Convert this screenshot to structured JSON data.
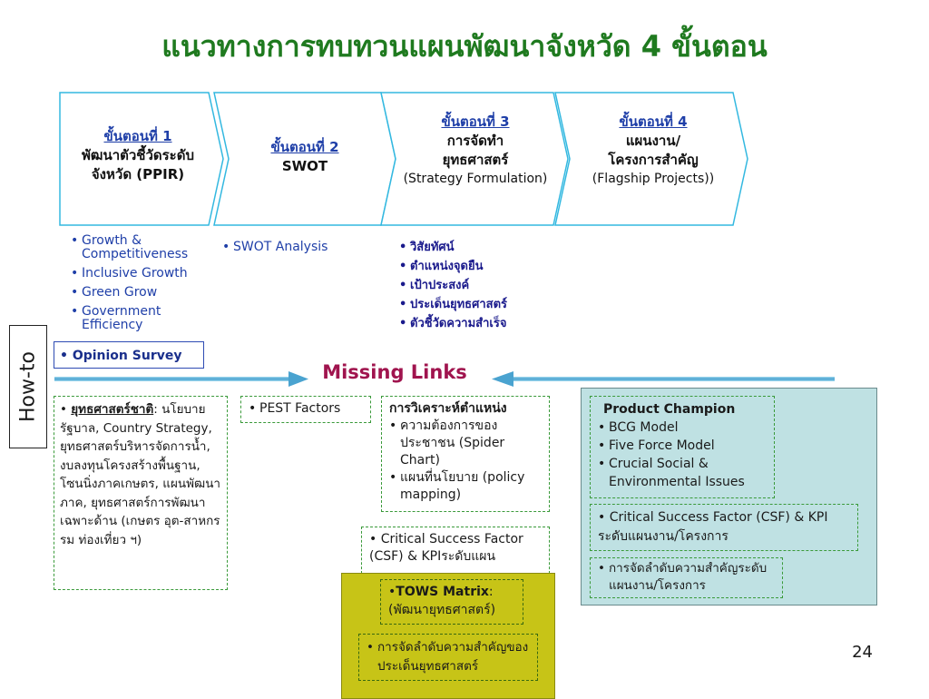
{
  "title": "แนวทางการทบทวนแผนพัฒนาจังหวัด 4 ขั้นตอน",
  "steps": [
    {
      "heading": "ขั้นตอนที่ 1",
      "body1": "พัฒนาตัวชี้วัดระดับ",
      "body2": "จังหวัด (PPIR)"
    },
    {
      "heading": "ขั้นตอนที่ 2",
      "body1": "SWOT"
    },
    {
      "heading": "ขั้นตอนที่ 3",
      "body1": "การจัดทำ",
      "body2": "ยุทธศาสตร์",
      "english": "(Strategy Formulation)"
    },
    {
      "heading": "ขั้นตอนที่ 4",
      "body1": "แผนงาน/",
      "body2": "โครงการสำคัญ",
      "english": "(Flagship Projects))"
    }
  ],
  "step1_topics": [
    "Growth & Competitiveness",
    "Inclusive Growth",
    "Green Grow",
    "Government Efficiency"
  ],
  "step2_topics": [
    "SWOT Analysis"
  ],
  "step3_topics": [
    "วิสัยทัศน์",
    "ตำแหน่งจุดยืน",
    "เป้าประสงค์",
    "ประเด็นยุทธศาสตร์",
    "ตัวชี้วัดความสำเร็จ"
  ],
  "how_to_label": "How-to",
  "opinion_survey": "• Opinion Survey",
  "missing_links": "Missing Links",
  "national_strategy": {
    "heading": "ยุทธศาสตร์ชาติ",
    "text": "นโยบายรัฐบาล, Country Strategy, ยุทธศาสตร์บริหารจัดการน้ำ, งบลงทุนโครงสร้างพื้นฐาน, โซนนิ่งภาคเกษตร, แผนพัฒนาภาค, ยุทธศาสตร์การพัฒนาเฉพาะด้าน (เกษตร อุต-สาหกรรม ท่องเที่ยว ฯ)"
  },
  "pest": "PEST Factors",
  "positioning": {
    "heading": "การวิเคราะห์ตำแหน่ง",
    "items": [
      "ความต้องการของประชาชน (Spider Chart)",
      "แผนที่นโยบาย (policy mapping)"
    ]
  },
  "csf_plan": "• Critical Success Factor (CSF) & KPIระดับแผน",
  "tows": {
    "title": "TOWS Matrix",
    "sub": "(พัฒนายุทธศาสตร์)"
  },
  "strategy_priority": "การจัดลำดับความสำคัญของประเด็นยุทธศาสตร์",
  "product_champion": {
    "heading": "Product Champion",
    "items": [
      "BCG Model",
      "Five Force Model",
      "Crucial Social & Environmental Issues"
    ]
  },
  "csf_project": "• Critical Success Factor (CSF) & KPI ระดับแผนงาน/โครงการ",
  "project_priority": "การจัดลำดับความสำคัญระดับแผนงาน/โครงการ",
  "page_number": "24",
  "colors": {
    "title": "#1f7a1f",
    "chevron_border": "#33b8e0",
    "missing": "#a0144e",
    "teal": "#bfe1e3",
    "olive": "#c7c417",
    "dash": "#3a9a3a"
  }
}
